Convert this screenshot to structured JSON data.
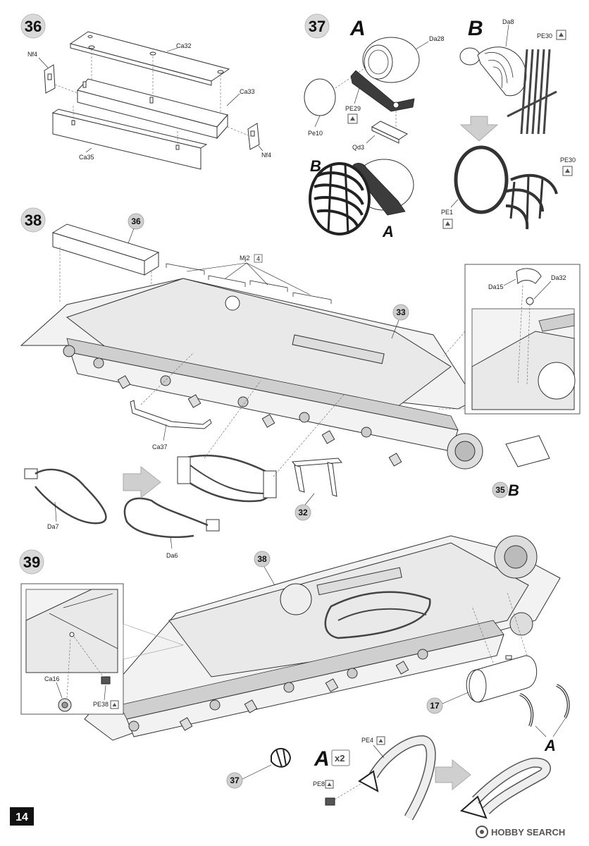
{
  "page": {
    "number": "14",
    "watermark": "HOBBY SEARCH"
  },
  "steps": {
    "s36": {
      "number": "36",
      "parts": {
        "ca32": "Ca32",
        "ca33": "Ca33",
        "ca35": "Ca35",
        "nf4_left": "Nf4",
        "nf4_right": "Nf4"
      }
    },
    "s37": {
      "number": "37",
      "sub_a": "A",
      "sub_b": "B",
      "parts": {
        "da28": "Da28",
        "pe10": "Pe10",
        "pe29": "PE29",
        "qd3": "Qd3",
        "da8": "Da8",
        "pe30_top": "PE30",
        "pe30_bottom": "PE30",
        "pe1": "PE1"
      },
      "assembly_b": "B",
      "assembly_a": "A"
    },
    "s38": {
      "number": "38",
      "parts": {
        "mj2": "Mj2",
        "mj2_qty": "4",
        "ca37": "Ca37",
        "da7": "Da7",
        "da6": "Da6",
        "da15": "Da15",
        "da32": "Da32"
      },
      "callouts": {
        "c36": "36",
        "c33": "33",
        "c32": "32",
        "c35": "35",
        "c35_sub": "B"
      }
    },
    "s39": {
      "number": "39",
      "parts": {
        "ca16": "Ca16",
        "pe38": "PE38",
        "pe4": "PE4",
        "pe8": "PE8"
      },
      "callouts": {
        "c38": "38",
        "c37": "37",
        "c17": "17"
      },
      "sub_a": "A",
      "sub_a_bottom": "A",
      "multiplier": "x2"
    }
  }
}
